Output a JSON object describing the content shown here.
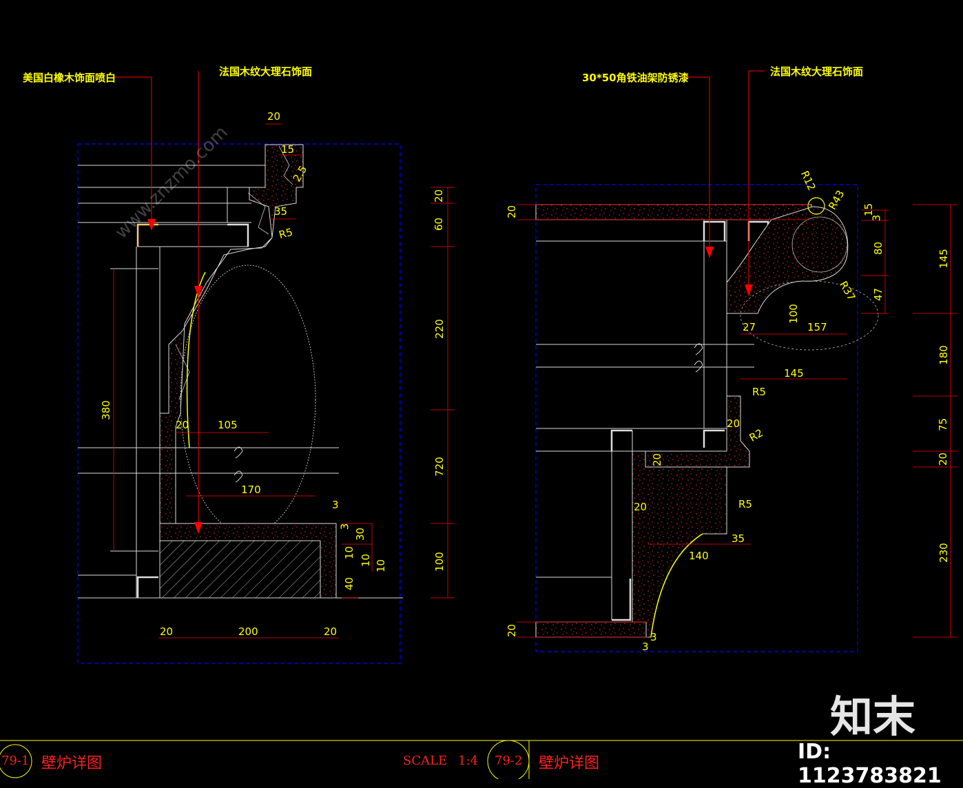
{
  "callouts": {
    "left_1": "美国白橡木饰面喷白",
    "left_2": "法国木纹大理石饰面",
    "right_1": "30*50角铁油架防锈漆",
    "right_2": "法国木纹大理石饰面"
  },
  "dims_left": {
    "d20_top": "20",
    "d15": "15",
    "d2_5": "2.5",
    "d35": "35",
    "r5": "R5",
    "d380": "380",
    "d20_mid": "20",
    "d105": "105",
    "d170": "170",
    "d3": "3",
    "d3b": "3",
    "d30": "30",
    "d10a": "10",
    "d10b": "10",
    "d10c": "10",
    "d40": "40",
    "b20a": "20",
    "b200": "200",
    "b20b": "20",
    "s20": "20",
    "s60": "60",
    "s220": "220",
    "s720": "720",
    "s100": "100"
  },
  "dims_right": {
    "d20_top": "20",
    "r12": "R12",
    "r43": "R43",
    "r37": "R37",
    "d15": "15",
    "d3": "3",
    "d80": "80",
    "d47": "47",
    "d100": "100",
    "d27": "27",
    "d157": "157",
    "d145": "145",
    "r5a": "R5",
    "d20a": "20",
    "r2": "R2",
    "d20b": "20",
    "d20c": "20",
    "r5b": "R5",
    "d35": "35",
    "d140": "140",
    "d20_bot": "20",
    "d3_bot": "3",
    "d3_bot2": "3",
    "s145": "145",
    "s180": "180",
    "s75": "75",
    "s20": "20",
    "s230": "230"
  },
  "title_bar": {
    "left_num": "79-1",
    "left_title": "壁炉详图",
    "scale_label": "SCALE",
    "scale_value": "1:4",
    "right_num": "79-2",
    "right_title": "壁炉详图"
  },
  "watermark": {
    "logo": "知末",
    "id": "ID: 1123783821",
    "site": "www.znzmo.com"
  },
  "colors": {
    "background": "#000000",
    "text": "#ffff00",
    "leader": "#ff0000",
    "frame": "#0000ff",
    "lines": "#ffffff",
    "title": "#ff2020"
  }
}
